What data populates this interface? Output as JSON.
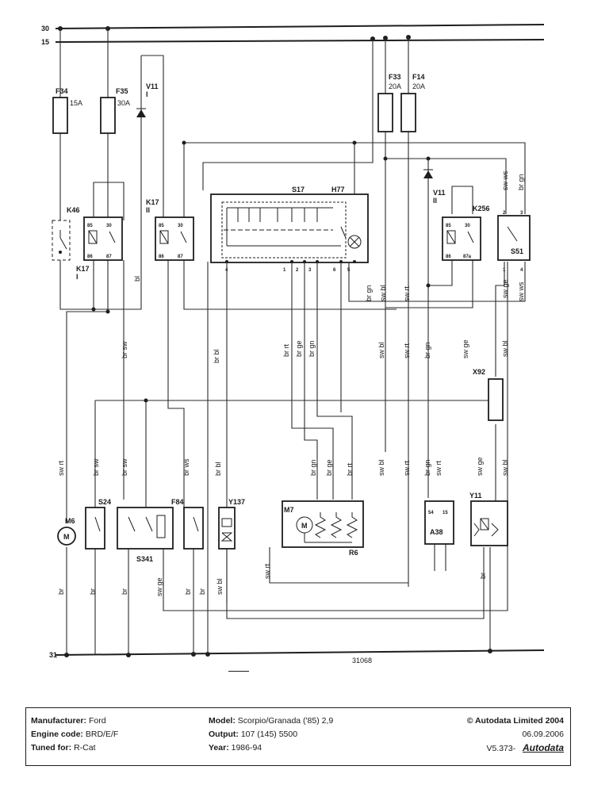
{
  "buses": {
    "b30": "30",
    "b15": "15",
    "b31": "31"
  },
  "fuses": [
    {
      "id": "F34",
      "rating": "15A"
    },
    {
      "id": "F35",
      "rating": "30A"
    },
    {
      "id": "F33",
      "rating": "20A"
    },
    {
      "id": "F14",
      "rating": "20A"
    }
  ],
  "components": {
    "k46": "K46",
    "k17_i": "K17\nI",
    "k17_ii": "K17\nII",
    "v11": "V11",
    "v11_i": "I",
    "v11_ii": "II",
    "s17": "S17",
    "h77": "H77",
    "k256": "K256",
    "s51": "S51",
    "x92": "X92",
    "m6": "M6",
    "s24": "S24",
    "s341": "S341",
    "f84": "F84",
    "y137": "Y137",
    "m7": "M7",
    "r6": "R6",
    "a38": "A38",
    "y11": "Y11"
  },
  "wire_colors": {
    "bl": "bl",
    "br_sw": "br sw",
    "br_bl": "br bl",
    "br_rt": "br rt",
    "br_ge": "br ge",
    "br_gn": "br gn",
    "sw_bl": "sw bl",
    "sw_rt": "sw rt",
    "sw_ge": "sw ge",
    "sw_ws": "sw ws",
    "br_ws": "br ws",
    "br": "br"
  },
  "diagram_number": "31068",
  "title_block": {
    "manufacturer_label": "Manufacturer:",
    "manufacturer": "Ford",
    "engine_label": "Engine code:",
    "engine": "BRD/E/F",
    "tuned_label": "Tuned for:",
    "tuned": "R-Cat",
    "model_label": "Model:",
    "model": "Scorpio/Granada ('85) 2,9",
    "output_label": "Output:",
    "output": "107 (145) 5500",
    "year_label": "Year:",
    "year": "1986-94",
    "copyright": "© Autodata Limited 2004",
    "date": "06.09.2006",
    "version": "V5.373-",
    "brand": "Autodata"
  }
}
